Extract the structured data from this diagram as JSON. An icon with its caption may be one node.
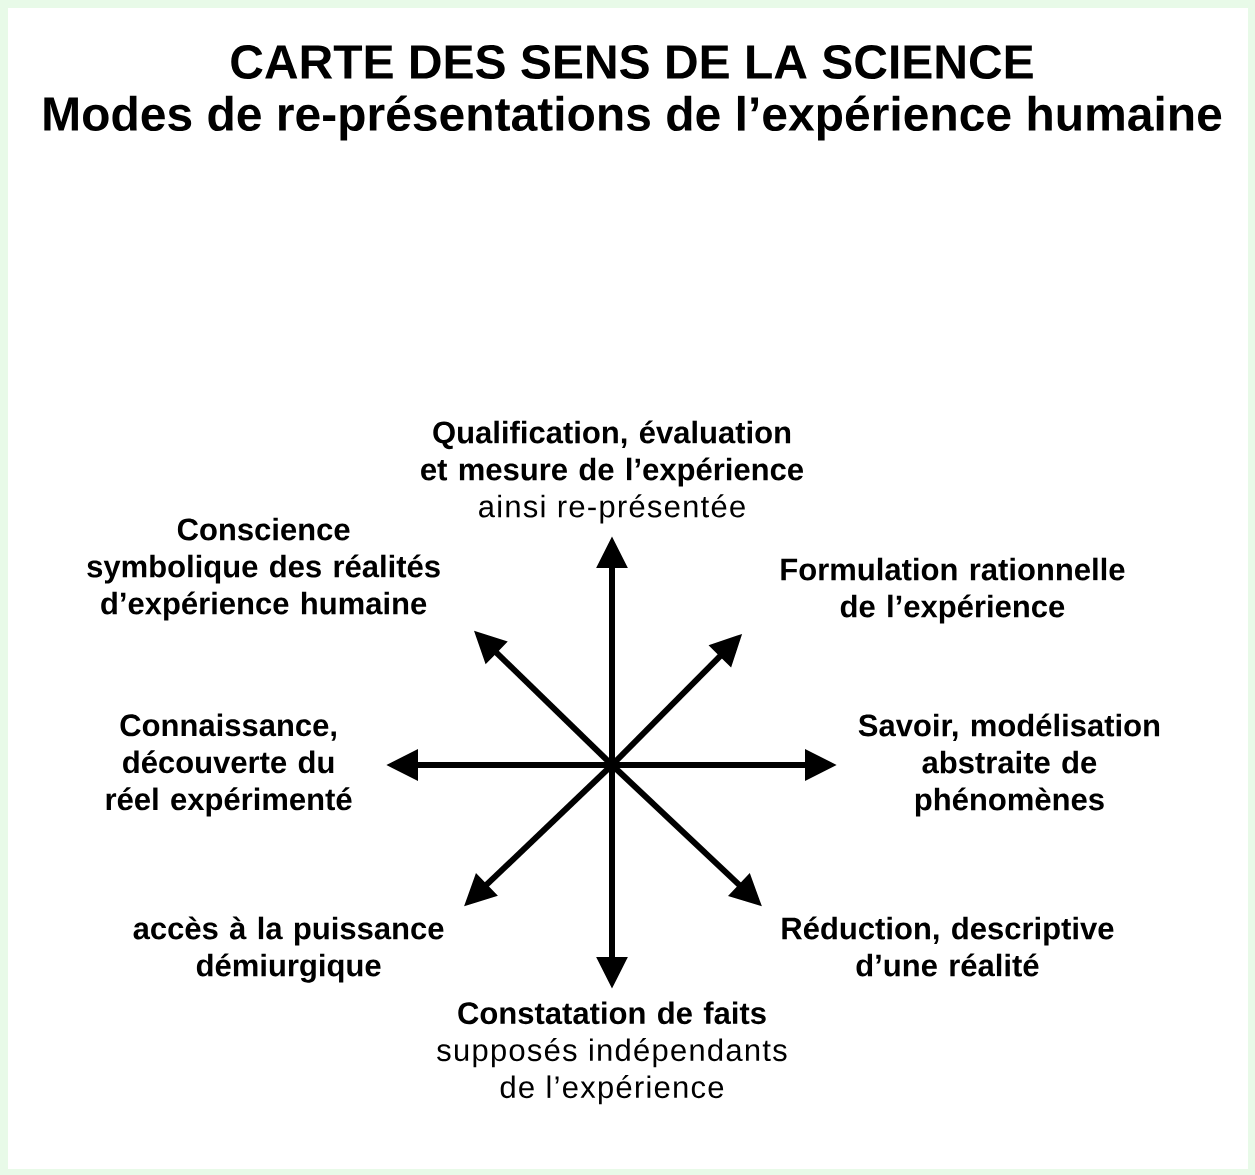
{
  "diagram": {
    "title": "CARTE DES SENS DE LA SCIENCE",
    "nodes": [
      {
        "text": [
          "Qualification, évaluation et mesure de l’expérience",
          "ainsi re-présentée"
        ]
      },
      {
        "text": [
          "Conscience symbolique des réalités d’expérience humaine"
        ]
      },
      {
        "text": [
          "Formulation rationnelle de l’expérience"
        ]
      },
      {
        "text": [
          "Connaissance, découverte du réel expérimenté"
        ]
      },
      {
        "text": [
          "Savoir, modélisation abstraite de phénomènes"
        ]
      },
      {
        "text": [
          "accès à la puissance démiurgique"
        ]
      },
      {
        "text": [
          "Réduction, descriptive d’une réalité"
        ]
      },
      {
        "text": [
          "Constatation de faits",
          "supposés indépendants de l’expérience"
        ]
      }
    ],
    "edges": [
      {
        "from": null,
        "to": 0,
        "arrow": "to"
      },
      {
        "from": null,
        "to": 1,
        "arrow": "to"
      },
      {
        "from": null,
        "to": 2,
        "arrow": "to"
      },
      {
        "from": null,
        "to": 3,
        "arrow": "to"
      },
      {
        "from": null,
        "to": 4,
        "arrow": "to"
      },
      {
        "from": null,
        "to": 5,
        "arrow": "to"
      },
      {
        "from": null,
        "to": 6,
        "arrow": "to"
      },
      {
        "from": null,
        "to": 7,
        "arrow": "to"
      }
    ],
    "labels": [
      "Modes de re-présentations de l’expérience humaine"
    ]
  }
}
